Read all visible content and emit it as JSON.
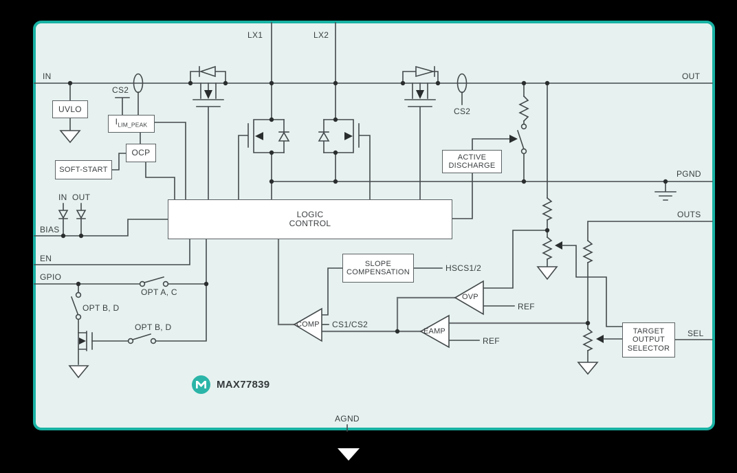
{
  "brand": {
    "part_number": "MAX77839",
    "logo_letter": "M"
  },
  "pins": {
    "in": "IN",
    "out": "OUT",
    "lx1": "LX1",
    "lx2": "LX2",
    "pgnd": "PGND",
    "outs": "OUTS",
    "sel": "SEL",
    "bias": "BIAS",
    "en": "EN",
    "gpio": "GPIO",
    "agnd": "AGND"
  },
  "blocks": {
    "uvlo": "UVLO",
    "ilim_main": "I",
    "ilim_sub": "LIM_PEAK",
    "ocp": "OCP",
    "soft_start": "SOFT-START",
    "logic_line1": "LOGIC",
    "logic_line2": "CONTROL",
    "slope_line1": "SLOPE",
    "slope_line2": "COMPENSATION",
    "active_line1": "ACTIVE",
    "active_line2": "DISCHARGE",
    "target_line1": "TARGET",
    "target_line2": "OUTPUT",
    "target_line3": "SELECTOR"
  },
  "amps": {
    "comp": "COMP",
    "eamp": "EAMP",
    "ovp": "OVP"
  },
  "signals": {
    "cs2_in": "CS2",
    "cs2_out": "CS2",
    "hscs": "HSCS1/2",
    "cs1cs2": "CS1/CS2",
    "ref_ovp": "REF",
    "ref_eamp": "REF",
    "opt_ac": "OPT A, C",
    "opt_bd_1": "OPT B, D",
    "opt_bd_2": "OPT B, D",
    "bias_diode_in": "IN",
    "bias_diode_out": "OUT"
  },
  "colors": {
    "accent_teal": "#19b2a4",
    "panel_bg": "#e7f2f0",
    "wire": "#44494b",
    "signal_gray": "#6f7577",
    "text": "#393d3f"
  }
}
